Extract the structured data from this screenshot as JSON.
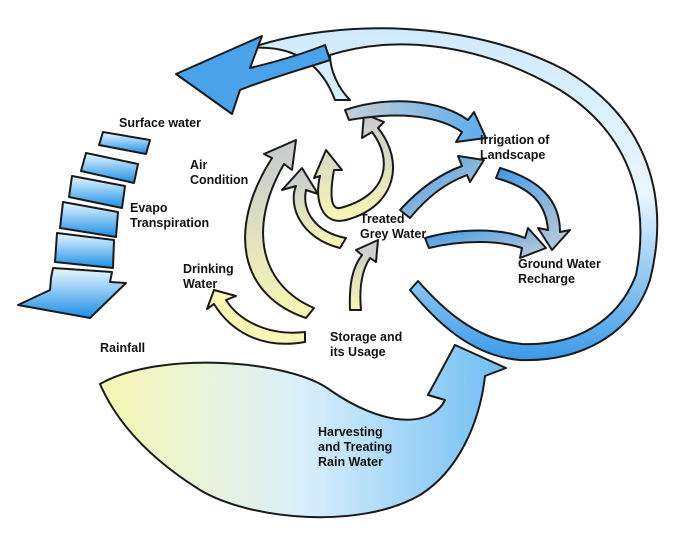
{
  "labels": {
    "surface_water": "Surface water",
    "evapo_transpiration": "Evapo\nTranspiration",
    "rainfall": "Rainfall",
    "air_condition": "Air\nCondition",
    "drinking_water": "Drinking\nWater",
    "treated_grey_water": "Treated\nGrey Water",
    "storage_usage": "Storage and\nits Usage",
    "irrigation": "Irrigation of\nLandscape",
    "ground_water_recharge": "Ground Water\nRecharge",
    "harvesting": "Harvesting\nand Treating\nRain Water"
  },
  "colors": {
    "blue_light": "#dcf0ff",
    "blue_mid": "#7cc4f5",
    "blue_dark": "#3d9be9",
    "yellow": "#f8f7b4",
    "grey": "#c7ccd2",
    "outline": "#1a1a1a"
  }
}
